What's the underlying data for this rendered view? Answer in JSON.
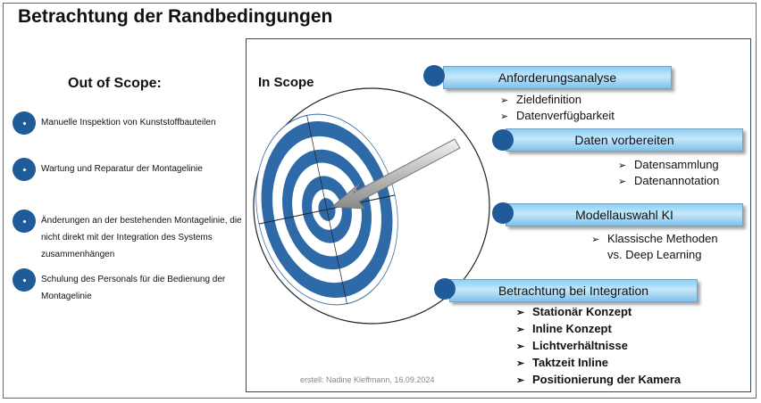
{
  "page": {
    "title": "Betrachtung der Randbedingungen",
    "credit": "erstell: Nadine Kleffmann, 16.09.2024"
  },
  "out_of_scope": {
    "heading": "Out of Scope:",
    "items": [
      "Manuelle Inspektion von   Kunststoffbauteilen",
      "Wartung und Reparatur der Montagelinie",
      "Änderungen an der bestehenden Montagelinie, die nicht direkt mit der Integration des Systems zusammenhängen",
      "Schulung des Personals für die Bedienung der Montagelinie"
    ]
  },
  "in_scope": {
    "heading": "In Scope",
    "groups": [
      {
        "label": "Anforderungsanalyse",
        "items": [
          "Zieldefinition",
          "Datenverfügbarkeit"
        ]
      },
      {
        "label": "Daten vorbereiten",
        "items": [
          "Datensammlung",
          "Datenannotation"
        ]
      },
      {
        "label": "Modellauswahl KI",
        "items": [
          "Klassische Methoden",
          "vs. Deep Learning"
        ]
      },
      {
        "label": "Betrachtung bei Integration",
        "items": [
          "Stationär Konzept",
          "Inline Konzept",
          "Lichtverhältnisse",
          "Taktzeit Inline",
          "Positionierung der Kamera"
        ]
      }
    ]
  },
  "colors": {
    "accent": "#1f5a99",
    "banner": "#a9dcf8"
  }
}
